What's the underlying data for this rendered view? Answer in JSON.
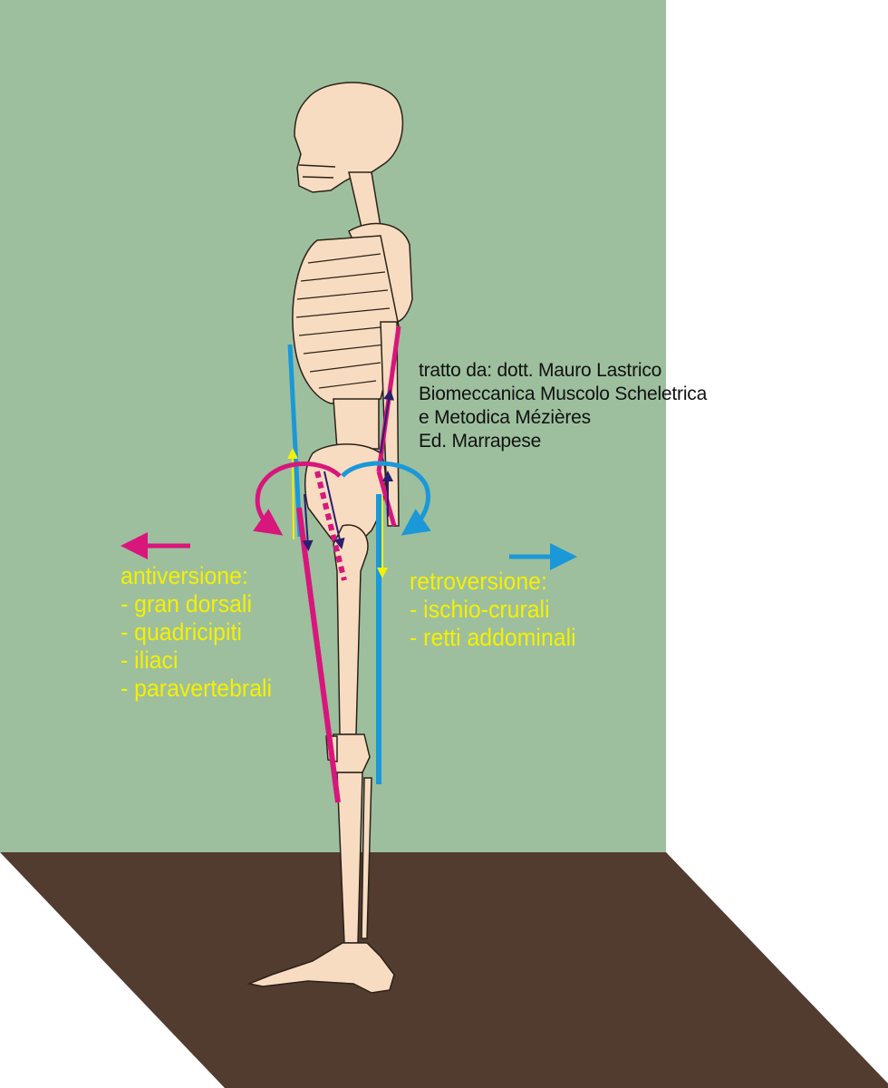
{
  "credit": {
    "lines": [
      "tratto da: dott. Mauro Lastrico",
      "Biomeccanica Muscolo Scheletrica",
      "e Metodica Mézières",
      "Ed. Marrapese"
    ]
  },
  "antiversione": {
    "title": "antiversione:",
    "items": [
      "- gran dorsali",
      "- quadricipiti",
      "- iliaci",
      "- paravertebrali"
    ]
  },
  "retroversione": {
    "title": "retroversione:",
    "items": [
      "- ischio-crurali",
      "- retti addominali"
    ]
  },
  "colors": {
    "wall": "#9dbf9e",
    "floor": "#523b2f",
    "bone": "#f8dcc1",
    "blue": "#1b98d8",
    "magenta": "#d8167c",
    "yellow": "#f5f000",
    "navy": "#2a1f6e"
  }
}
